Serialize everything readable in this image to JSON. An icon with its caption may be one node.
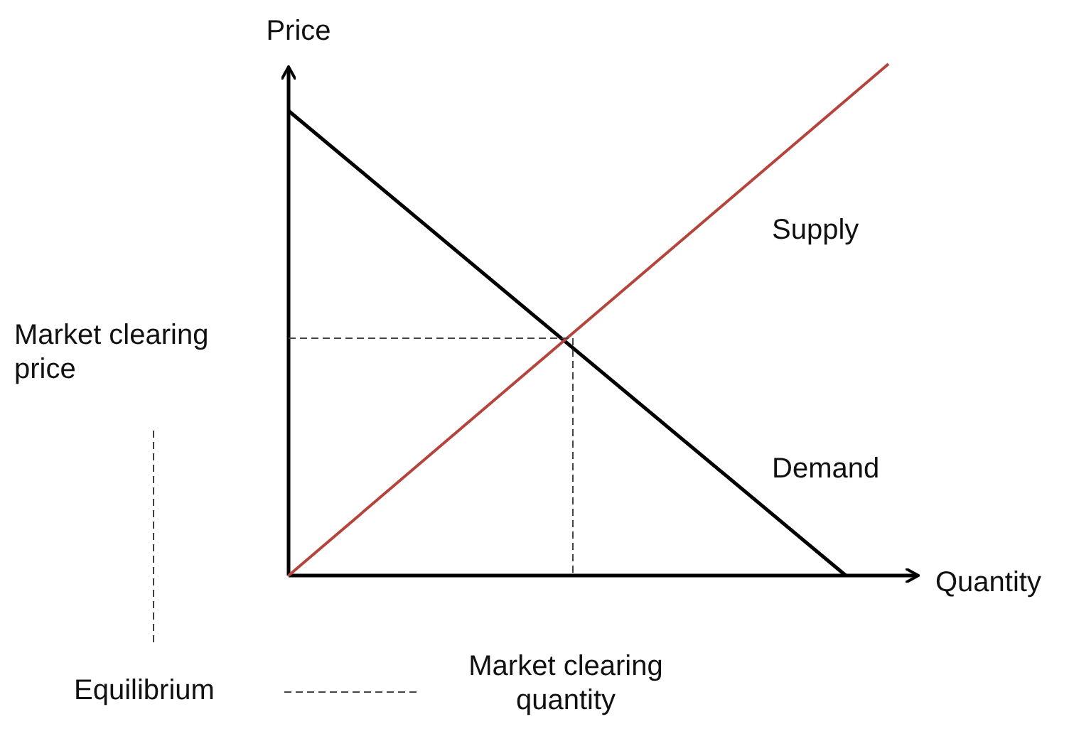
{
  "diagram": {
    "labels": [
      "Price",
      "Supply",
      "Market clearing price",
      "Demand",
      "Quantity",
      "Market clearing quantity"
    ],
    "legend": [
      {
        "text": "Equilibrium"
      }
    ]
  }
}
